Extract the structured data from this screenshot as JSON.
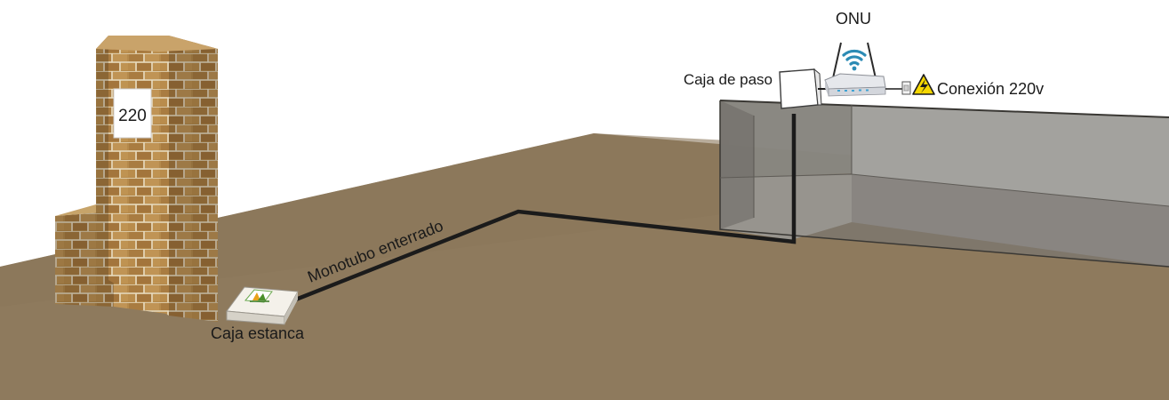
{
  "labels": {
    "onu": "ONU",
    "caja_de_paso": "Caja de paso",
    "conexion": "Conexión 220v",
    "monotubo": "Monotubo enterrado",
    "caja_estanca": "Caja estanca",
    "pillar_number": "220"
  },
  "icons": {
    "wifi": "wifi-icon",
    "warning": "high-voltage-warning-icon",
    "plug": "power-plug-icon",
    "logo": "utility-company-logo-icon"
  },
  "colors": {
    "ground": "#8e7a5d",
    "ground_shadow": "#6f5f48",
    "brick": "#b58a4c",
    "mortar": "#e9dfc9",
    "pool_wall": "#9a9a97",
    "pool_water": "#8d8b88",
    "cable": "#1b1b1b",
    "wifi": "#2c8bb5",
    "warning": "#f5d700"
  }
}
